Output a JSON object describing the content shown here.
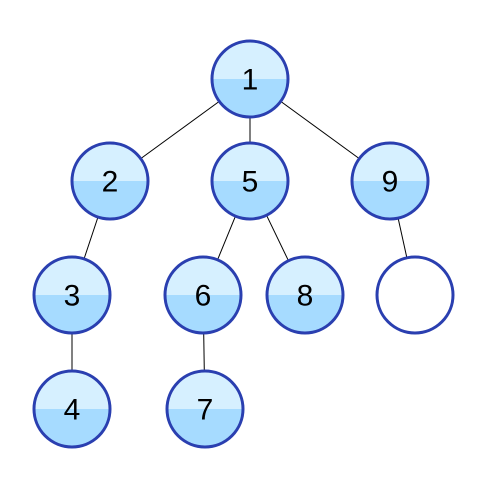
{
  "diagram": {
    "type": "tree",
    "colors": {
      "node_top": "#d6f0ff",
      "node_bottom": "#a6dbff",
      "node_border": "#2a3fb0",
      "empty_fill": "#ffffff",
      "edge": "#000000",
      "label": "#000000"
    },
    "nodes": [
      {
        "id": "n1",
        "label": "1",
        "empty": false
      },
      {
        "id": "n2",
        "label": "2",
        "empty": false
      },
      {
        "id": "n5",
        "label": "5",
        "empty": false
      },
      {
        "id": "n9",
        "label": "9",
        "empty": false
      },
      {
        "id": "n3",
        "label": "3",
        "empty": false
      },
      {
        "id": "n6",
        "label": "6",
        "empty": false
      },
      {
        "id": "n8",
        "label": "8",
        "empty": false
      },
      {
        "id": "n-empty",
        "label": "",
        "empty": true
      },
      {
        "id": "n4",
        "label": "4",
        "empty": false
      },
      {
        "id": "n7",
        "label": "7",
        "empty": false
      }
    ],
    "edges": [
      {
        "from": "n1",
        "to": "n2"
      },
      {
        "from": "n1",
        "to": "n5"
      },
      {
        "from": "n1",
        "to": "n9"
      },
      {
        "from": "n2",
        "to": "n3"
      },
      {
        "from": "n3",
        "to": "n4"
      },
      {
        "from": "n5",
        "to": "n6"
      },
      {
        "from": "n5",
        "to": "n8"
      },
      {
        "from": "n6",
        "to": "n7"
      },
      {
        "from": "n9",
        "to": "n-empty"
      }
    ]
  }
}
